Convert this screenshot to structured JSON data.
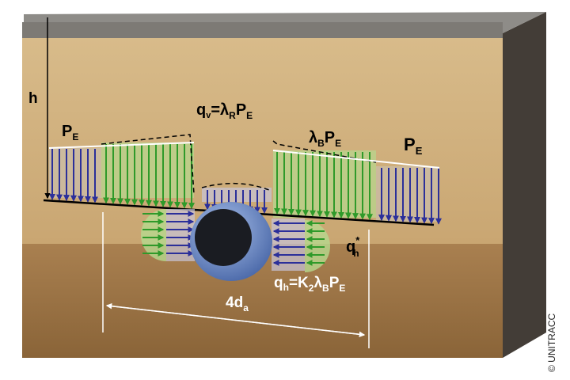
{
  "labels": {
    "h": "h",
    "pe_left": {
      "main": "P",
      "sub": "E"
    },
    "qv": {
      "q": "q",
      "v": "v",
      "eq": "=λ",
      "r": "R",
      "p": "P",
      "e": "E"
    },
    "lb_pe": {
      "l": "λ",
      "b": "B",
      "p": "P",
      "e": "E"
    },
    "pe_right": {
      "main": "P",
      "sub": "E"
    },
    "qh_star": {
      "q": "q",
      "sup": "*",
      "sub": "h"
    },
    "qh": {
      "q": "q",
      "h": "h",
      "eq": "=K",
      "two": "2",
      "l": "λ",
      "b": "B",
      "p": "P",
      "e": "E"
    },
    "dim": {
      "main": "4d",
      "sub": "a"
    }
  },
  "copyright": "© UNITRACC",
  "colors": {
    "sand": "#d2b27f",
    "sand_dark": "#9c7444",
    "side": "#3f3a35",
    "gravel": "#8c8a86",
    "blue": "#2b2f9a",
    "green": "#2f9a2a",
    "pipe": "#6f8fc9"
  }
}
